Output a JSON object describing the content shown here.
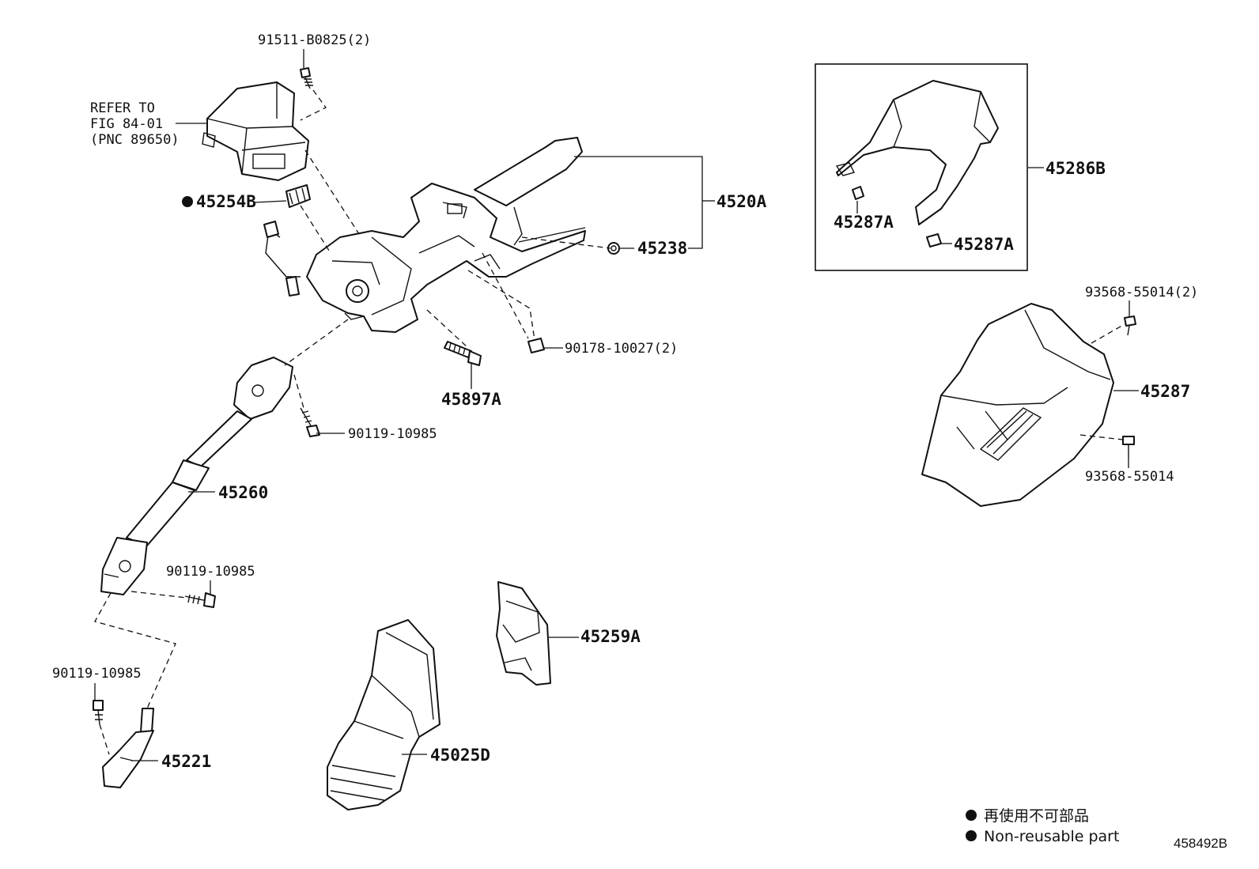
{
  "labels": {
    "p91511": "91511-B0825(2)",
    "refer1": "REFER TO",
    "refer2": "FIG 84-01",
    "refer3": "(PNC 89650)",
    "p45254B": "45254B",
    "p4520A": "4520A",
    "p45238": "45238",
    "p90178": "90178-10027(2)",
    "p45897A": "45897A",
    "p90119a": "90119-10985",
    "p45260": "45260",
    "p90119b": "90119-10985",
    "p90119c": "90119-10985",
    "p45221": "45221",
    "p45025D": "45025D",
    "p45259A": "45259A",
    "p45286B": "45286B",
    "p45287Aa": "45287A",
    "p45287Ab": "45287A",
    "p93568a": "93568-55014(2)",
    "p45287": "45287",
    "p93568b": "93568-55014"
  },
  "legend": {
    "jp": "再使用不可部品",
    "en": "Non-reusable part"
  },
  "doc_id": "458492B"
}
